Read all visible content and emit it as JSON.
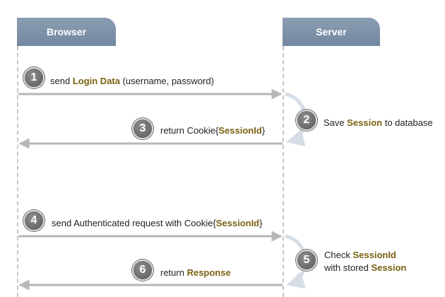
{
  "lanes": {
    "browser": "Browser",
    "server": "Server"
  },
  "steps": [
    {
      "num": "1",
      "pre": "send ",
      "bold": "Login Data",
      "post": " (username, password)"
    },
    {
      "num": "2",
      "pre": "Save ",
      "bold": "Session",
      "post": " to database"
    },
    {
      "num": "3",
      "pre": "return Cookie{",
      "bold": "SessionId",
      "post": "}"
    },
    {
      "num": "4",
      "pre": "send Authenticated request with Cookie{",
      "bold": "SessionId",
      "post": "}"
    },
    {
      "num": "5",
      "pre": "Check ",
      "bold": "SessionId",
      "line2_pre": "with stored ",
      "line2_bold": "Session"
    },
    {
      "num": "6",
      "pre": "return ",
      "bold": "Response",
      "post": ""
    }
  ],
  "colors": {
    "header": "#7a8ea6",
    "highlight": "#7a6212",
    "arrow": "#b7b7b7",
    "badge": "#6a6a6a"
  }
}
